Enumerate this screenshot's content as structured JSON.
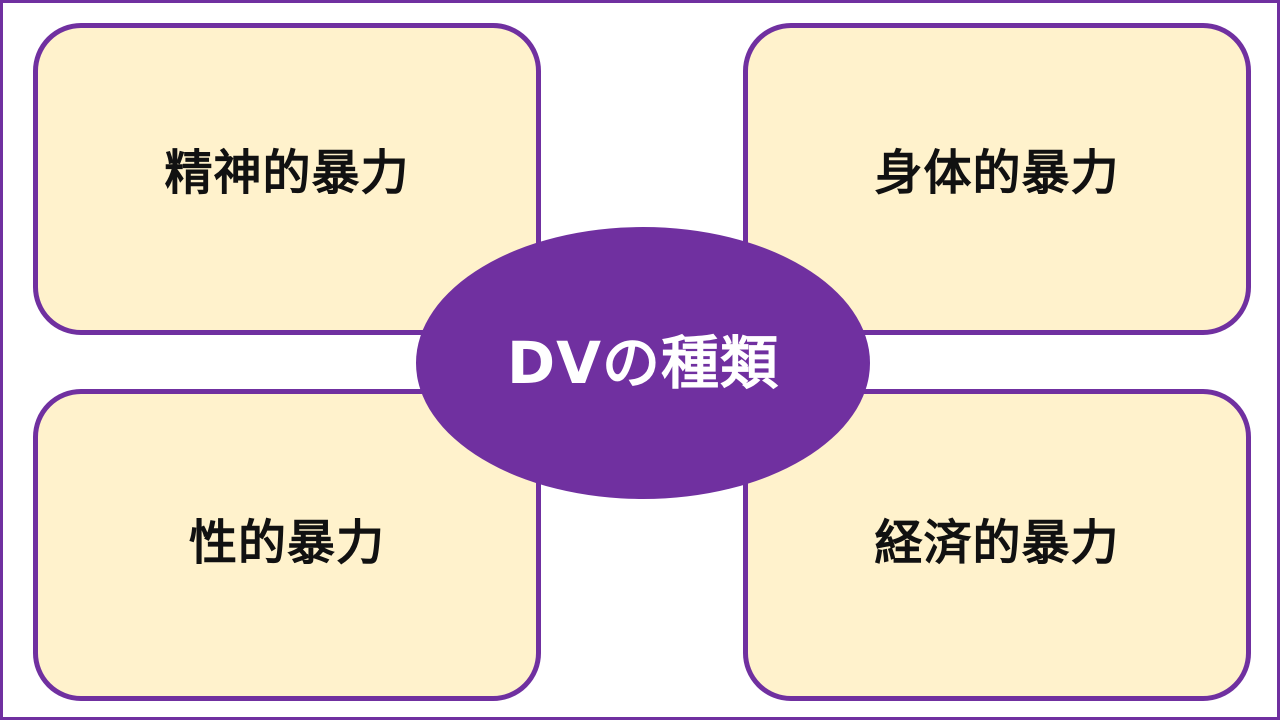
{
  "center": {
    "label": "DVの種類"
  },
  "boxes": {
    "top_left": "精神的暴力",
    "top_right": "身体的暴力",
    "bottom_left": "性的暴力",
    "bottom_right": "経済的暴力"
  },
  "colors": {
    "accent": "#7030a0",
    "box_fill": "#fff2cc",
    "text": "#111111",
    "center_text": "#ffffff"
  }
}
